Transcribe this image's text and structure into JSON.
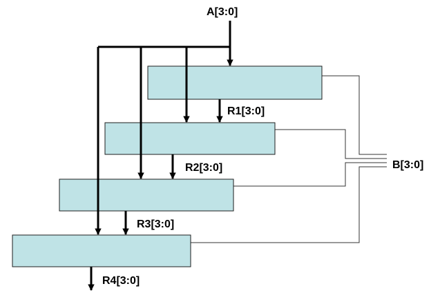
{
  "colors": {
    "block_fill": "#bfe3e6",
    "block_stroke": "#1e1e1e",
    "wire": "#000000",
    "thin_wire": "#333333",
    "background": "#ffffff"
  },
  "labels": {
    "input": "A[3:0]",
    "output": "B[3:0]",
    "r1": "R1[3:0]",
    "r2": "R2[3:0]",
    "r3": "R3[3:0]",
    "r4": "R4[3:0]"
  },
  "blocks": [
    {
      "id": "stage-1",
      "text": ""
    },
    {
      "id": "stage-2",
      "text": ""
    },
    {
      "id": "stage-3",
      "text": ""
    },
    {
      "id": "stage-4",
      "text": ""
    }
  ]
}
